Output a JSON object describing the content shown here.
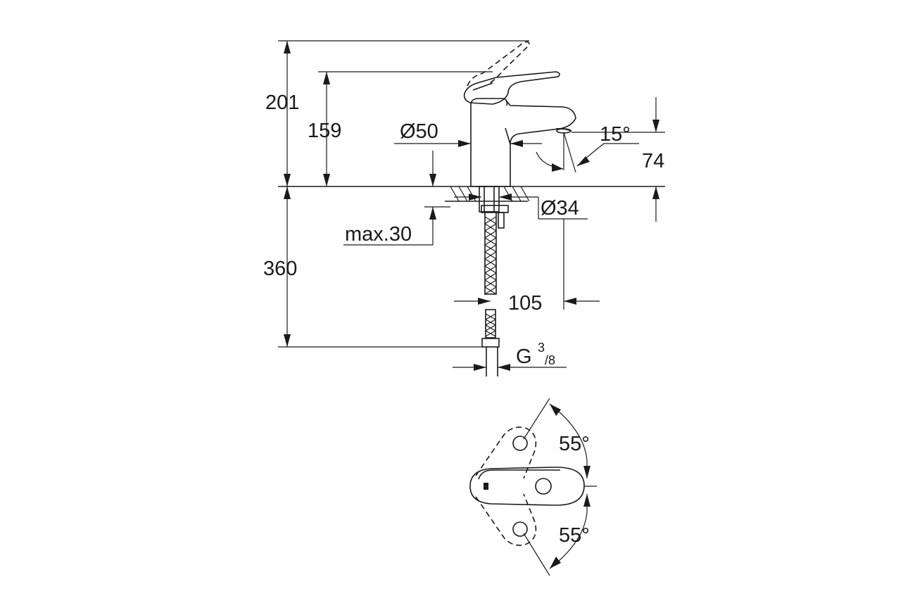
{
  "side_view": {
    "dim_total_height": "201",
    "dim_spout_height": "159",
    "dim_body_diameter": "Ø50",
    "dim_spout_angle": "15°",
    "dim_outlet_height": "74",
    "dim_base_diameter": "Ø34",
    "dim_max_thickness": "max.30",
    "dim_hose_length": "360",
    "dim_projection": "105",
    "dim_thread_main": "G",
    "dim_thread_num": "3",
    "dim_thread_den": "/8"
  },
  "top_view": {
    "dim_rotation_upper": "55°",
    "dim_rotation_lower": "55°"
  }
}
